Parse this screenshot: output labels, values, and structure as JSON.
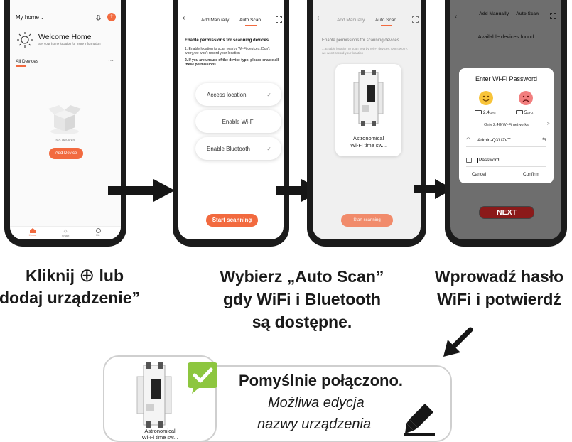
{
  "screen1": {
    "home_selector": "My home",
    "welcome_title": "Welcome Home",
    "welcome_subtitle": "Set your home location for more information",
    "all_devices": "All Devices",
    "more": "···",
    "no_devices": "No devices",
    "add_device_button": "Add Device",
    "nav": [
      "Home",
      "Smart",
      "Me"
    ]
  },
  "screen2": {
    "tab_manual": "Add Manually",
    "tab_auto": "Auto Scan",
    "perm_title": "Enable permissions for scanning devices",
    "perm_text1": "1. Enable location to scan nearby Wi-Fi devices. Don't worry,we won't record your location",
    "perm_text2": "2. If you are unsure of the device type, please enable all these permissions",
    "btn_location": "Access location",
    "btn_wifi": "Enable Wi-Fi",
    "btn_bluetooth": "Enable Bluetooth",
    "start_button": "Start scanning"
  },
  "screen3": {
    "tab_manual": "Add Manually",
    "tab_auto": "Auto Scan",
    "perm_title": "Enable permissions for scanning devices",
    "perm_text": "1. Enable location to scan nearby Wi-Fi devices. Don't worry, we won't record your location",
    "device_name": "Astronomical\nWi-Fi time sw...",
    "start_button": "Start scanning"
  },
  "screen4": {
    "tab_manual": "Add Manually",
    "tab_auto": "Auto Scan",
    "available": "Available devices found",
    "dialog_title": "Enter Wi-Fi Password",
    "band_24": "2.4",
    "band_24_unit": "GHz",
    "band_5": "5",
    "band_5_unit": "GHz",
    "only_24": "Only 2.4G Wi-Fi networks",
    "only_24_arrow": ">",
    "ssid": "Admin-QXU2VT",
    "password_placeholder": "Password",
    "cancel": "Cancel",
    "confirm": "Confirm",
    "next_button": "NEXT"
  },
  "captions": {
    "c1_prefix": "Kliknij",
    "c1_symbol": "⊕",
    "c1_suffix": "lub",
    "c1_line2": "dodaj urządzenie”",
    "c2_line1": "Wybierz „Auto Scan”",
    "c2_line2": "gdy WiFi i Bluetooth",
    "c2_line3": "są dostępne.",
    "c3_line1": "Wprowadź hasło",
    "c3_line2": "WiFi i potwierdź"
  },
  "success": {
    "device_name": "Astronomical\nWi-Fi time sw...",
    "title": "Pomyślnie połączono.",
    "line1": "Możliwa edycja",
    "line2": "nazwy urządzenia"
  },
  "colors": {
    "accent": "#f26a3f",
    "next_button": "#8b1a1a",
    "success_badge": "#8dc63f",
    "overlay_bg": "#6e6e6e"
  }
}
